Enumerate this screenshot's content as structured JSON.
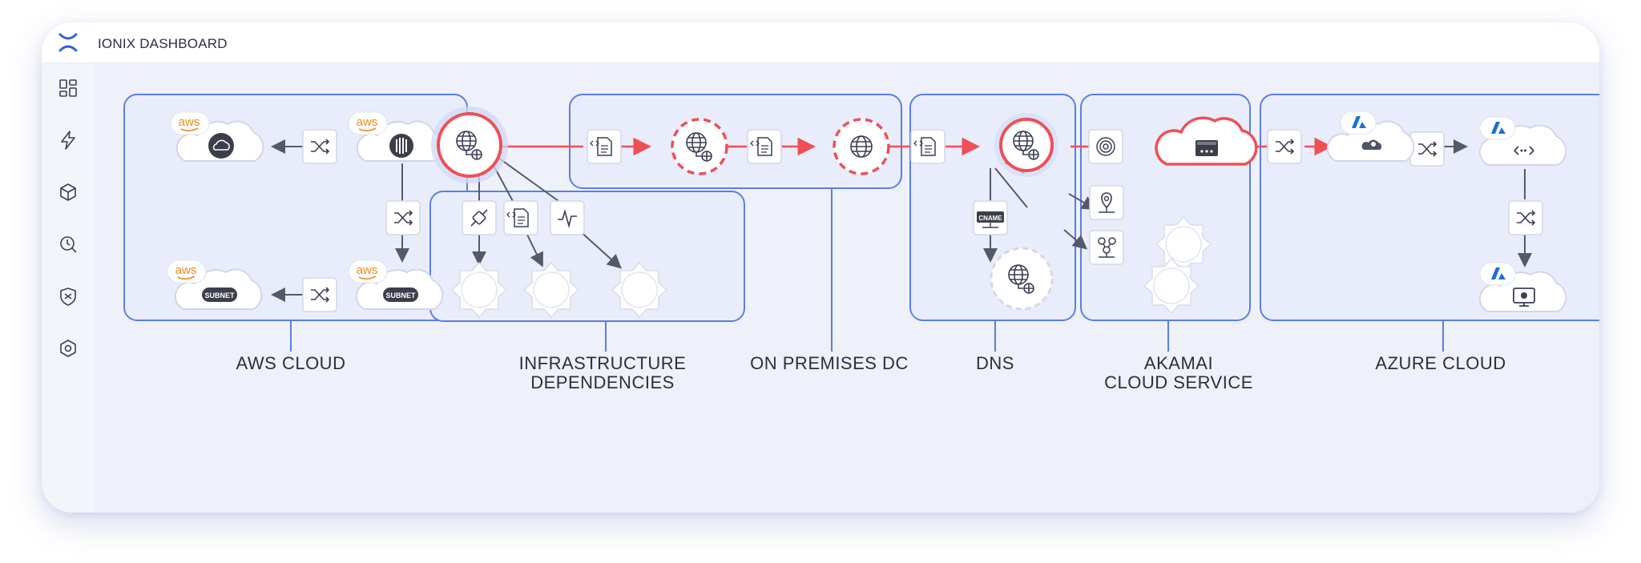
{
  "app": {
    "title": "IONIX DASHBOARD"
  },
  "sidebar": {
    "items": [
      {
        "icon": "grid-icon"
      },
      {
        "icon": "lightning-icon"
      },
      {
        "icon": "cube-icon"
      },
      {
        "icon": "search-radar-icon"
      },
      {
        "icon": "shield-icon"
      },
      {
        "icon": "settings-hex-icon"
      }
    ]
  },
  "groups": {
    "aws": {
      "line1": "AWS CLOUD",
      "line2": ""
    },
    "infra": {
      "line1": "INFRASTRUCTURE",
      "line2": "DEPENDENCIES"
    },
    "onprem": {
      "line1": "ON PREMISES DC",
      "line2": ""
    },
    "dns": {
      "line1": "DNS",
      "line2": ""
    },
    "akamai": {
      "line1": "AKAMAI",
      "line2": "CLOUD SERVICE"
    },
    "azure": {
      "line1": "AZURE CLOUD",
      "line2": ""
    }
  },
  "badges": {
    "aws": "aws",
    "subnet": "SUBNET",
    "cname": "CNAME"
  },
  "colors": {
    "accent_red": "#ef4f55",
    "group_border": "#5b7fe0",
    "group_fill": "#e9edfb",
    "edge_gray": "#55596a",
    "aws_orange": "#f08a1c",
    "azure_blue": "#1c6fd8"
  }
}
